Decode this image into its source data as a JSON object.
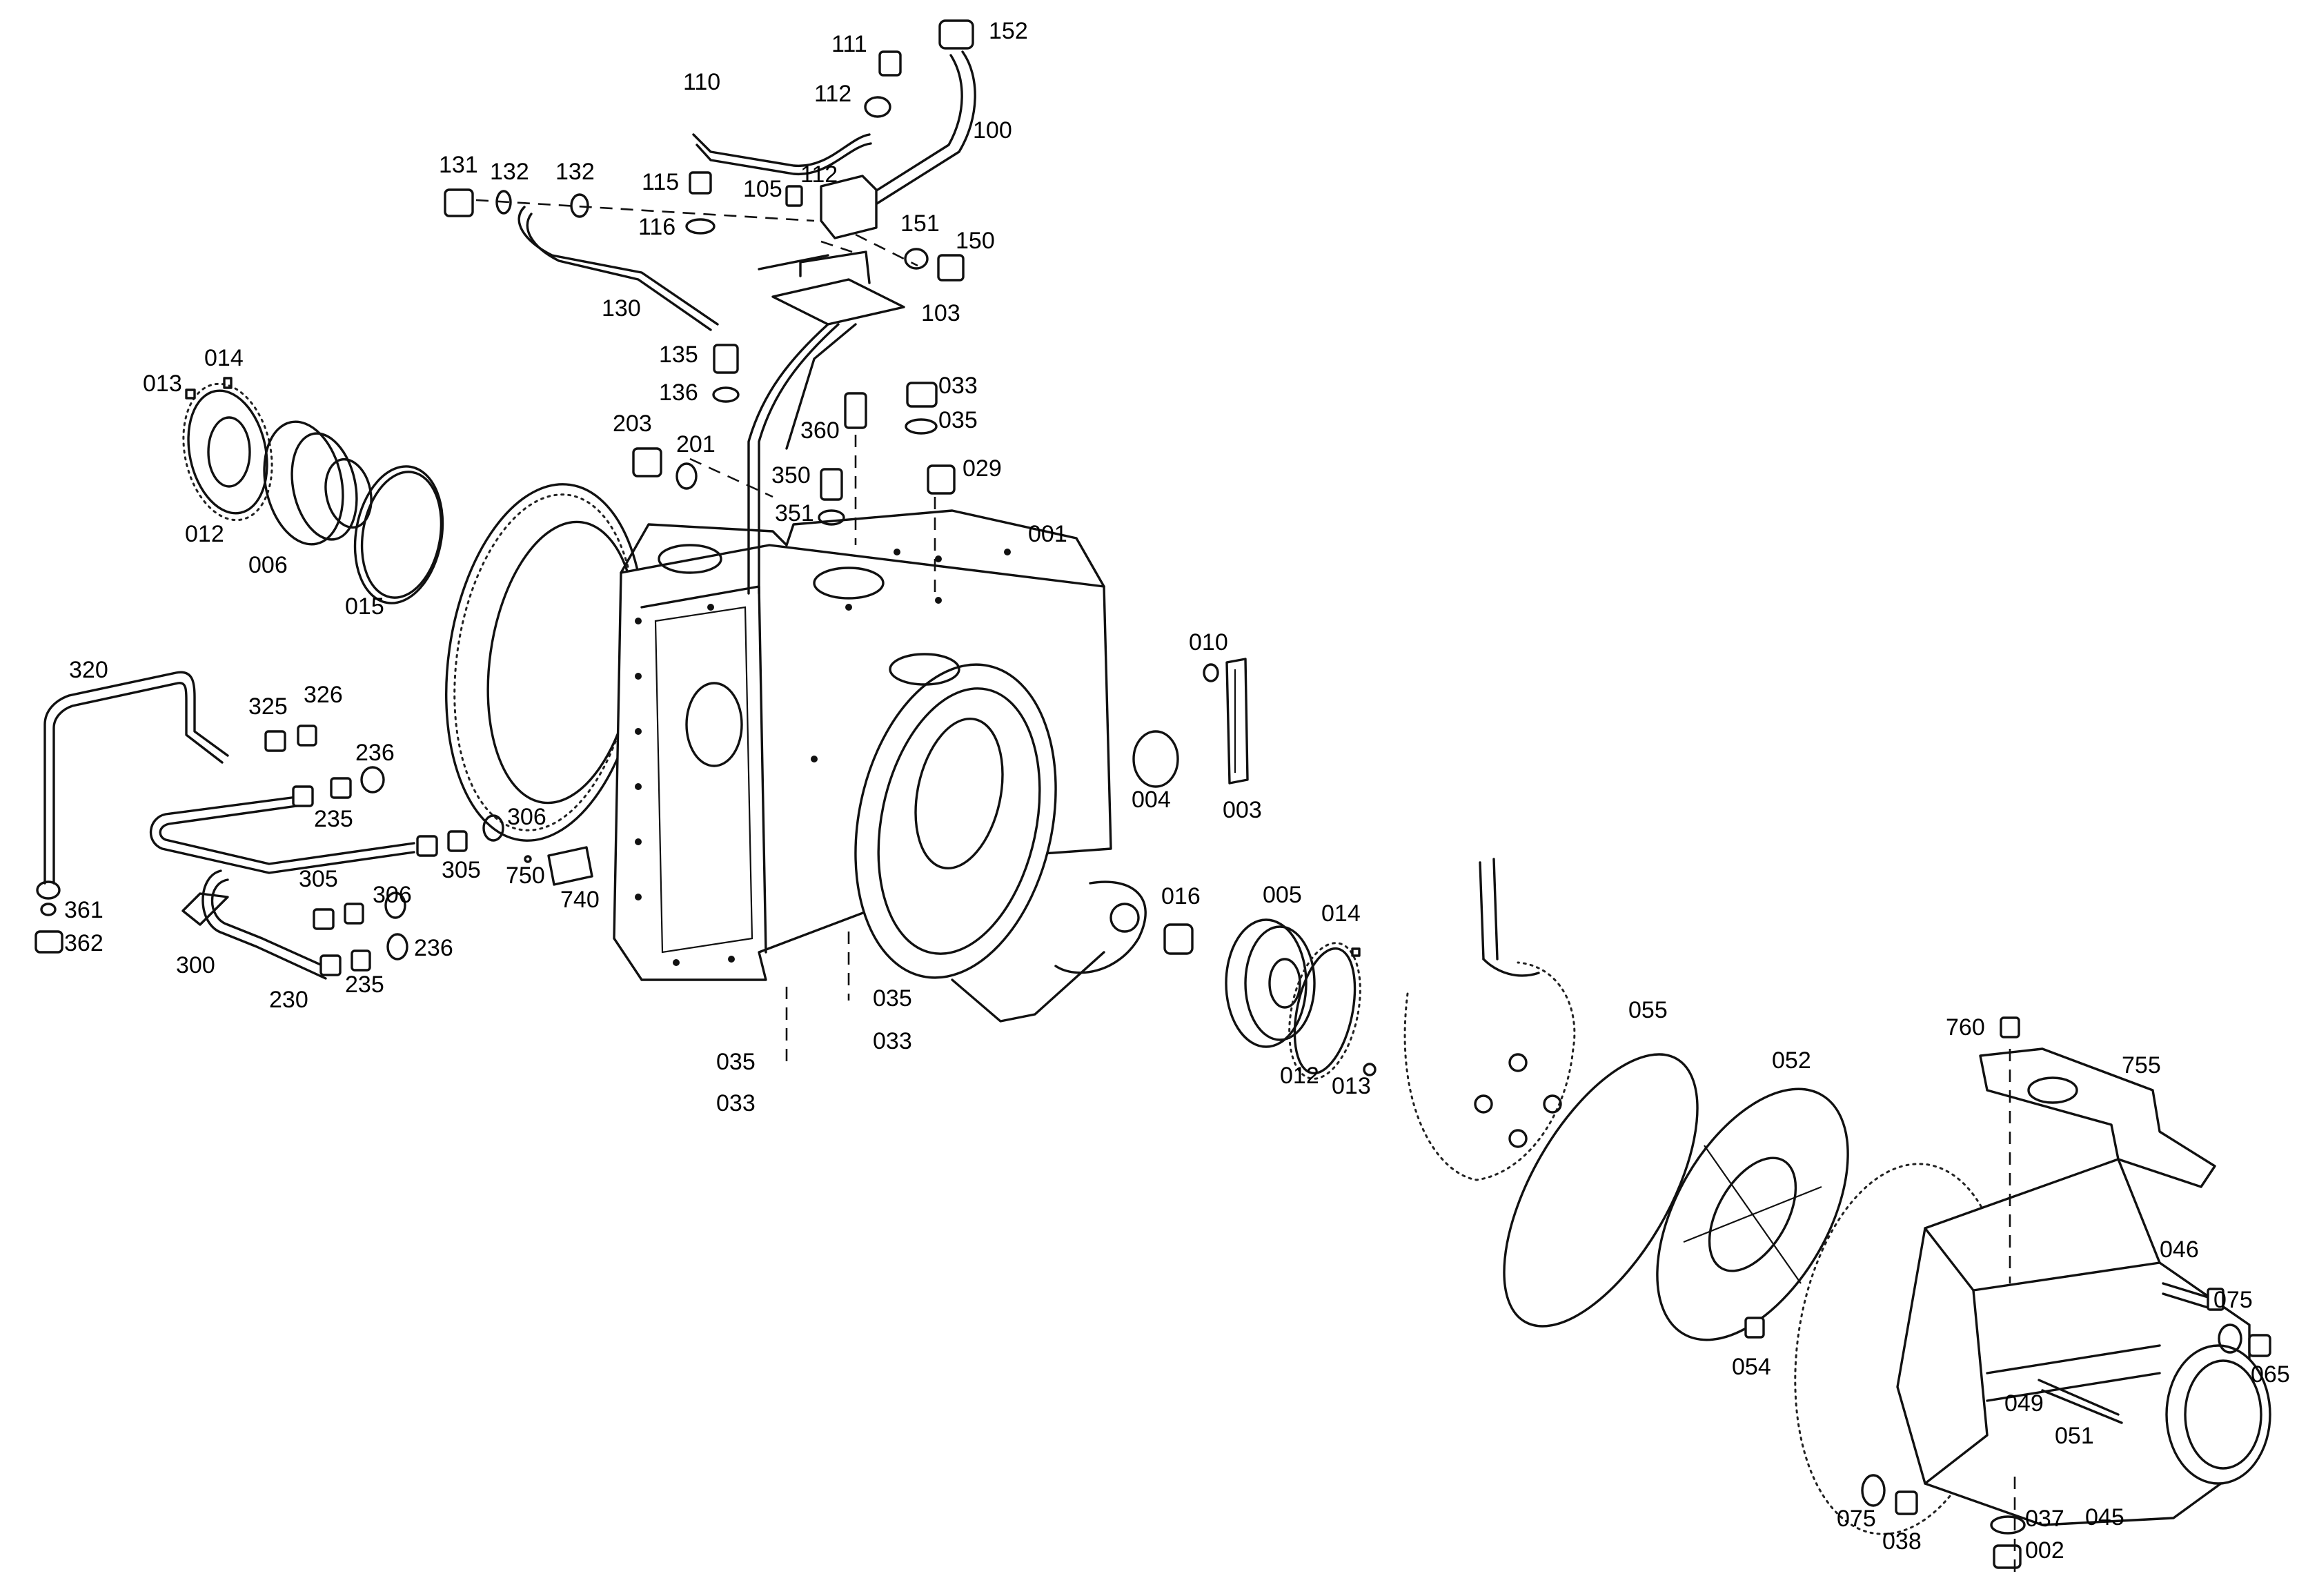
{
  "callouts": [
    {
      "id": "111",
      "label": "111"
    },
    {
      "id": "152",
      "label": "152"
    },
    {
      "id": "110",
      "label": "110"
    },
    {
      "id": "112a",
      "label": "112"
    },
    {
      "id": "100",
      "label": "100"
    },
    {
      "id": "131",
      "label": "131"
    },
    {
      "id": "132a",
      "label": "132"
    },
    {
      "id": "132b",
      "label": "132"
    },
    {
      "id": "115",
      "label": "115"
    },
    {
      "id": "105",
      "label": "105"
    },
    {
      "id": "112b",
      "label": "112"
    },
    {
      "id": "116",
      "label": "116"
    },
    {
      "id": "151",
      "label": "151"
    },
    {
      "id": "150",
      "label": "150"
    },
    {
      "id": "130",
      "label": "130"
    },
    {
      "id": "103",
      "label": "103"
    },
    {
      "id": "135",
      "label": "135"
    },
    {
      "id": "136",
      "label": "136"
    },
    {
      "id": "014a",
      "label": "014"
    },
    {
      "id": "013a",
      "label": "013"
    },
    {
      "id": "203",
      "label": "203"
    },
    {
      "id": "201",
      "label": "201"
    },
    {
      "id": "033a",
      "label": "033"
    },
    {
      "id": "360",
      "label": "360"
    },
    {
      "id": "035a",
      "label": "035"
    },
    {
      "id": "350",
      "label": "350"
    },
    {
      "id": "029",
      "label": "029"
    },
    {
      "id": "351",
      "label": "351"
    },
    {
      "id": "012a",
      "label": "012"
    },
    {
      "id": "006",
      "label": "006"
    },
    {
      "id": "001",
      "label": "001"
    },
    {
      "id": "015",
      "label": "015"
    },
    {
      "id": "010",
      "label": "010"
    },
    {
      "id": "320",
      "label": "320"
    },
    {
      "id": "325",
      "label": "325"
    },
    {
      "id": "326",
      "label": "326"
    },
    {
      "id": "236a",
      "label": "236"
    },
    {
      "id": "004",
      "label": "004"
    },
    {
      "id": "003",
      "label": "003"
    },
    {
      "id": "235a",
      "label": "235"
    },
    {
      "id": "306a",
      "label": "306"
    },
    {
      "id": "305a",
      "label": "305"
    },
    {
      "id": "750",
      "label": "750"
    },
    {
      "id": "305b",
      "label": "305"
    },
    {
      "id": "306b",
      "label": "306"
    },
    {
      "id": "740",
      "label": "740"
    },
    {
      "id": "016",
      "label": "016"
    },
    {
      "id": "005",
      "label": "005"
    },
    {
      "id": "361",
      "label": "361"
    },
    {
      "id": "362",
      "label": "362"
    },
    {
      "id": "014b",
      "label": "014"
    },
    {
      "id": "236b",
      "label": "236"
    },
    {
      "id": "300",
      "label": "300"
    },
    {
      "id": "235b",
      "label": "235"
    },
    {
      "id": "230",
      "label": "230"
    },
    {
      "id": "035b",
      "label": "035"
    },
    {
      "id": "055",
      "label": "055"
    },
    {
      "id": "760",
      "label": "760"
    },
    {
      "id": "033b",
      "label": "033"
    },
    {
      "id": "035c",
      "label": "035"
    },
    {
      "id": "052",
      "label": "052"
    },
    {
      "id": "755",
      "label": "755"
    },
    {
      "id": "033c",
      "label": "033"
    },
    {
      "id": "012b",
      "label": "012"
    },
    {
      "id": "013b",
      "label": "013"
    },
    {
      "id": "046",
      "label": "046"
    },
    {
      "id": "075a",
      "label": "075"
    },
    {
      "id": "065",
      "label": "065"
    },
    {
      "id": "054",
      "label": "054"
    },
    {
      "id": "049",
      "label": "049"
    },
    {
      "id": "051",
      "label": "051"
    },
    {
      "id": "075b",
      "label": "075"
    },
    {
      "id": "037",
      "label": "037"
    },
    {
      "id": "045",
      "label": "045"
    },
    {
      "id": "038",
      "label": "038"
    },
    {
      "id": "002",
      "label": "002"
    }
  ]
}
